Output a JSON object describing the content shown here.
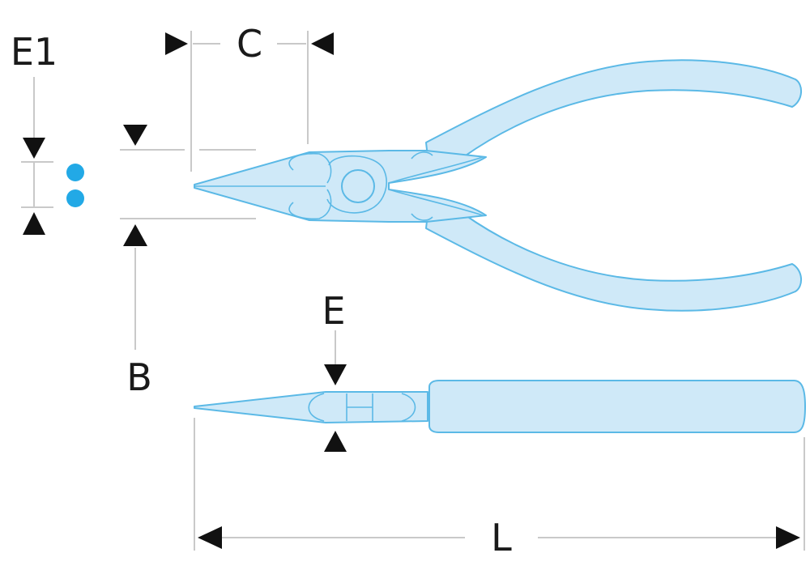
{
  "labels": {
    "e1": "E1",
    "c": "C",
    "b": "B",
    "e": "E",
    "l": "L"
  },
  "colors": {
    "tool_fill": "#cfe9f8",
    "tool_stroke": "#5bb9e6",
    "tip_dots": "#22a9e6",
    "dimension_lines": "#c9c9c9",
    "arrows": "#111111"
  },
  "icons": {
    "tip_section": "two-dot-tip-section-icon"
  }
}
